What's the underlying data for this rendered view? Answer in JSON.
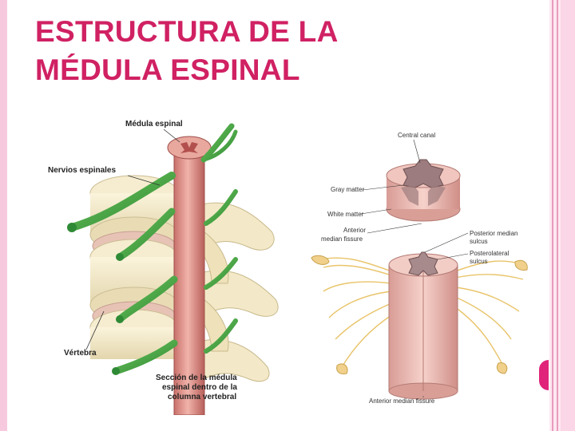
{
  "slide": {
    "title_line1": "ESTRUCTURA DE LA",
    "title_line2": "MÉDULA ESPINAL"
  },
  "figure_left": {
    "label_medula": "Médula espinal",
    "label_nervios": "Nervios espinales",
    "label_vertebra": "Vértebra",
    "caption_line1": "Sección de la médula",
    "caption_line2": "espinal dentro de la",
    "caption_line3": "columna vertebral"
  },
  "figure_right": {
    "central_canal": "Central canal",
    "gray_matter": "Gray matter",
    "white_matter": "White matter",
    "anterior_median_fissure_top1": "Anterior",
    "anterior_median_fissure_top2": "median fissure",
    "posterior_median_1": "Posterior median",
    "posterior_median_2": "sulcus",
    "posterolateral_1": "Posterolateral",
    "posterolateral_2": "sulcus",
    "anterior_median_bottom": "Anterior median fissure"
  },
  "colors": {
    "title": "#d02163",
    "accent": "#e0247a",
    "frame": "#f6c9de"
  }
}
